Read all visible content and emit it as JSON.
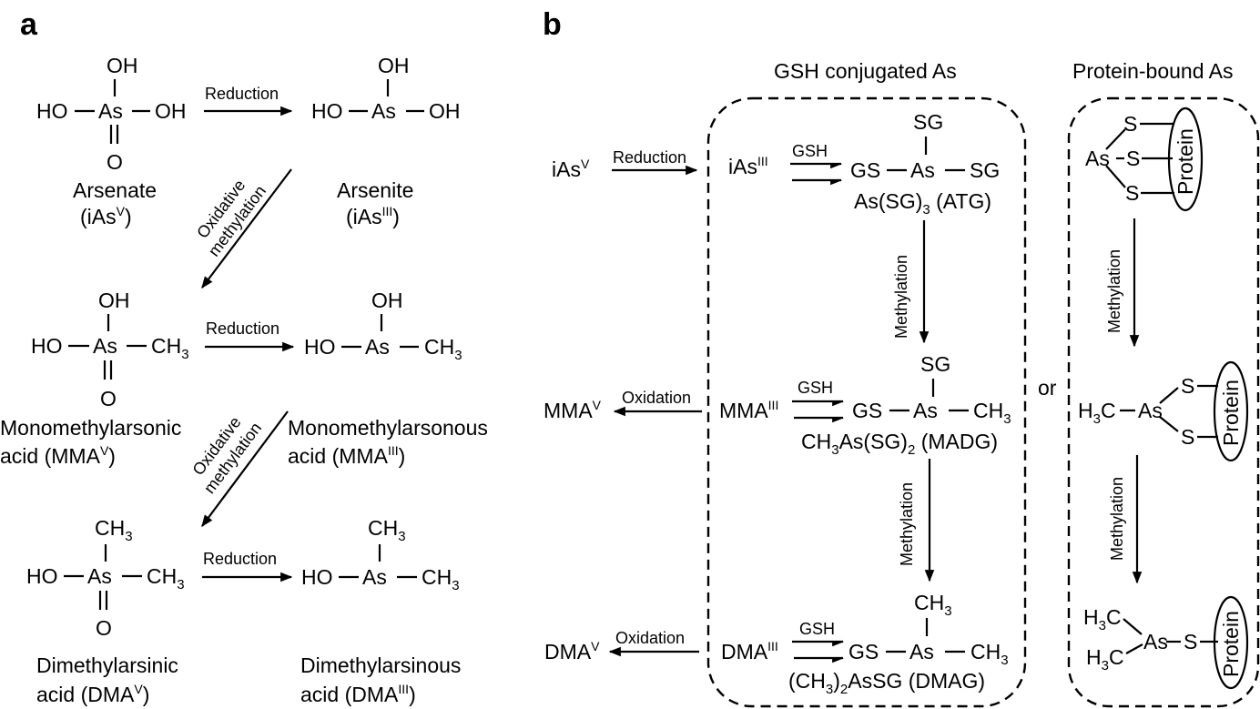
{
  "panel_a": {
    "label": "a",
    "atoms": {
      "oh": "OH",
      "ho": "HO",
      "as": "As",
      "o": "O",
      "ch": "CH",
      "three": "3"
    },
    "reduction": "Reduction",
    "oxidative": "Oxidative",
    "methylation": "methylation",
    "arsenate": "Arsenate",
    "arsenate_abbr": "iAs",
    "arsenite": "Arsenite",
    "arsenite_abbr": "iAs",
    "mmav_line1": "Monomethylarsonic",
    "mmav_line2": "acid",
    "mmav_abbr": "MMA",
    "mmaiii_line1": "Monomethylarsonous",
    "mmaiii_line2": "acid",
    "mmaiii_abbr": "MMA",
    "dmav_line1": "Dimethylarsinic",
    "dmav_line2": "acid",
    "dmav_abbr": "DMA",
    "dmaiii_line1": "Dimethylarsinous",
    "dmaiii_line2": "acid",
    "dmaiii_abbr": "DMA",
    "v": "V",
    "iii": "III"
  },
  "panel_b": {
    "label": "b",
    "heading_gsh": "GSH conjugated As",
    "heading_protein": "Protein-bound As",
    "or": "or",
    "reduction": "Reduction",
    "oxidation": "Oxidation",
    "gsh": "GSH",
    "methylation": "Methylation",
    "ias": "iAs",
    "mma": "MMA",
    "dma": "DMA",
    "v": "V",
    "iii": "III",
    "sg": "SG",
    "gs": "GS",
    "as": "As",
    "ch": "CH",
    "three": "3",
    "two": "2",
    "atg_a": "As(SG)",
    "atg_b": " (ATG)",
    "madg_a": "CH",
    "madg_b": "As(SG)",
    "madg_c": " (MADG)",
    "dmag_a": "(CH",
    "dmag_b": ")",
    "dmag_c": "AsSG (DMAG)",
    "s": "S",
    "protein": "Protein",
    "h": "H",
    "c": "C"
  }
}
